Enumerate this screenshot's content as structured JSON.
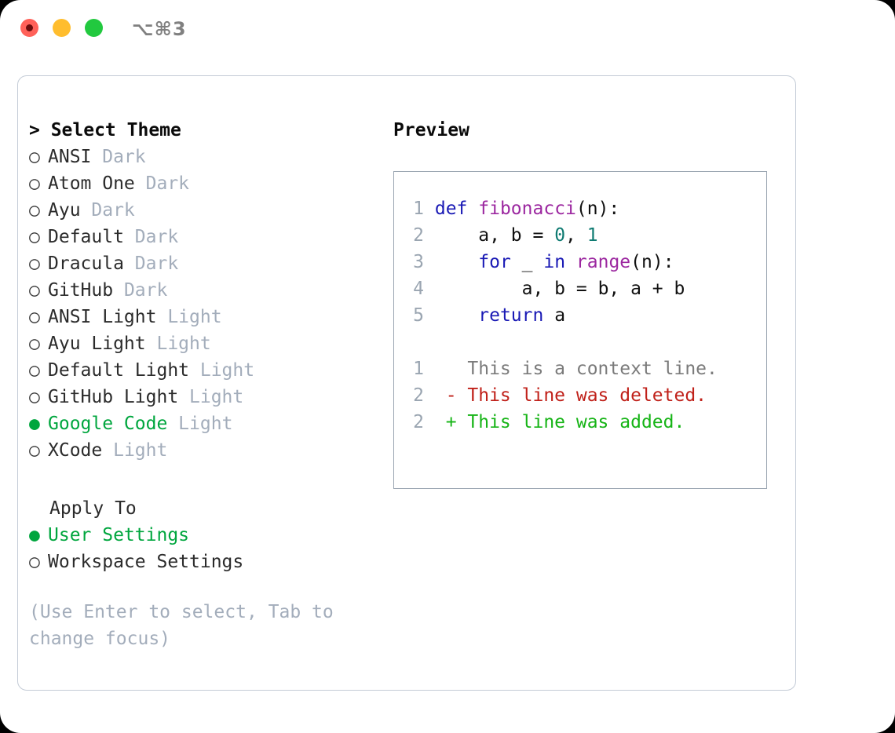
{
  "titlebar": {
    "shortcut": "⌥⌘3",
    "buttons": [
      {
        "name": "close",
        "color": "#ff6159"
      },
      {
        "name": "minimize",
        "color": "#ffbd2e"
      },
      {
        "name": "maximize",
        "color": "#22c93f"
      }
    ]
  },
  "theme_picker": {
    "header": "> Select Theme",
    "selected_marker": "●",
    "unselected_marker": "○",
    "items": [
      {
        "name": "ANSI",
        "variant": "Dark",
        "selected": false
      },
      {
        "name": "Atom One",
        "variant": "Dark",
        "selected": false
      },
      {
        "name": "Ayu",
        "variant": "Dark",
        "selected": false
      },
      {
        "name": "Default",
        "variant": "Dark",
        "selected": false
      },
      {
        "name": "Dracula",
        "variant": "Dark",
        "selected": false
      },
      {
        "name": "GitHub",
        "variant": "Dark",
        "selected": false
      },
      {
        "name": "ANSI Light",
        "variant": "Light",
        "selected": false
      },
      {
        "name": "Ayu Light",
        "variant": "Light",
        "selected": false
      },
      {
        "name": "Default Light",
        "variant": "Light",
        "selected": false
      },
      {
        "name": "GitHub Light",
        "variant": "Light",
        "selected": false
      },
      {
        "name": "Google Code",
        "variant": "Light",
        "selected": true
      },
      {
        "name": "XCode",
        "variant": "Light",
        "selected": false
      }
    ]
  },
  "apply_to": {
    "label": "Apply To",
    "options": [
      {
        "name": "User Settings",
        "selected": true
      },
      {
        "name": "Workspace Settings",
        "selected": false
      }
    ]
  },
  "hint": "(Use Enter to select, Tab to change focus)",
  "preview": {
    "title": "Preview",
    "code_lines": [
      {
        "num": "1",
        "tokens": [
          {
            "t": "def",
            "c": "kw"
          },
          {
            "t": " ",
            "c": "txt"
          },
          {
            "t": "fibonacci",
            "c": "fn"
          },
          {
            "t": "(n):",
            "c": "txt"
          }
        ]
      },
      {
        "num": "2",
        "tokens": [
          {
            "t": "    a, b = ",
            "c": "txt"
          },
          {
            "t": "0",
            "c": "num"
          },
          {
            "t": ", ",
            "c": "txt"
          },
          {
            "t": "1",
            "c": "num"
          }
        ]
      },
      {
        "num": "3",
        "tokens": [
          {
            "t": "    ",
            "c": "txt"
          },
          {
            "t": "for",
            "c": "kw"
          },
          {
            "t": " _ ",
            "c": "txt"
          },
          {
            "t": "in",
            "c": "kw"
          },
          {
            "t": " ",
            "c": "txt"
          },
          {
            "t": "range",
            "c": "fn"
          },
          {
            "t": "(n):",
            "c": "txt"
          }
        ]
      },
      {
        "num": "4",
        "tokens": [
          {
            "t": "        a, b = b, a + b",
            "c": "txt"
          }
        ]
      },
      {
        "num": "5",
        "tokens": [
          {
            "t": "    ",
            "c": "txt"
          },
          {
            "t": "return",
            "c": "kw"
          },
          {
            "t": " a",
            "c": "txt"
          }
        ]
      }
    ],
    "diff_lines": [
      {
        "num": "1",
        "marker": " ",
        "text": "This is a context line.",
        "kind": "d-ctx"
      },
      {
        "num": "2",
        "marker": "-",
        "text": "This line was deleted.",
        "kind": "d-del"
      },
      {
        "num": "2",
        "marker": "+",
        "text": "This line was added.",
        "kind": "d-add"
      }
    ]
  },
  "colors": {
    "accent_green": "#00a63e",
    "muted": "#a3adbb",
    "panel_border": "#c3cbd6",
    "preview_border": "#9aa5b1",
    "keyword": "#1a1ab5",
    "function": "#9c28a0",
    "number": "#0f7b72",
    "diff_add": "#16b416",
    "diff_del": "#c0211a",
    "diff_ctx": "#7b7b7b"
  }
}
